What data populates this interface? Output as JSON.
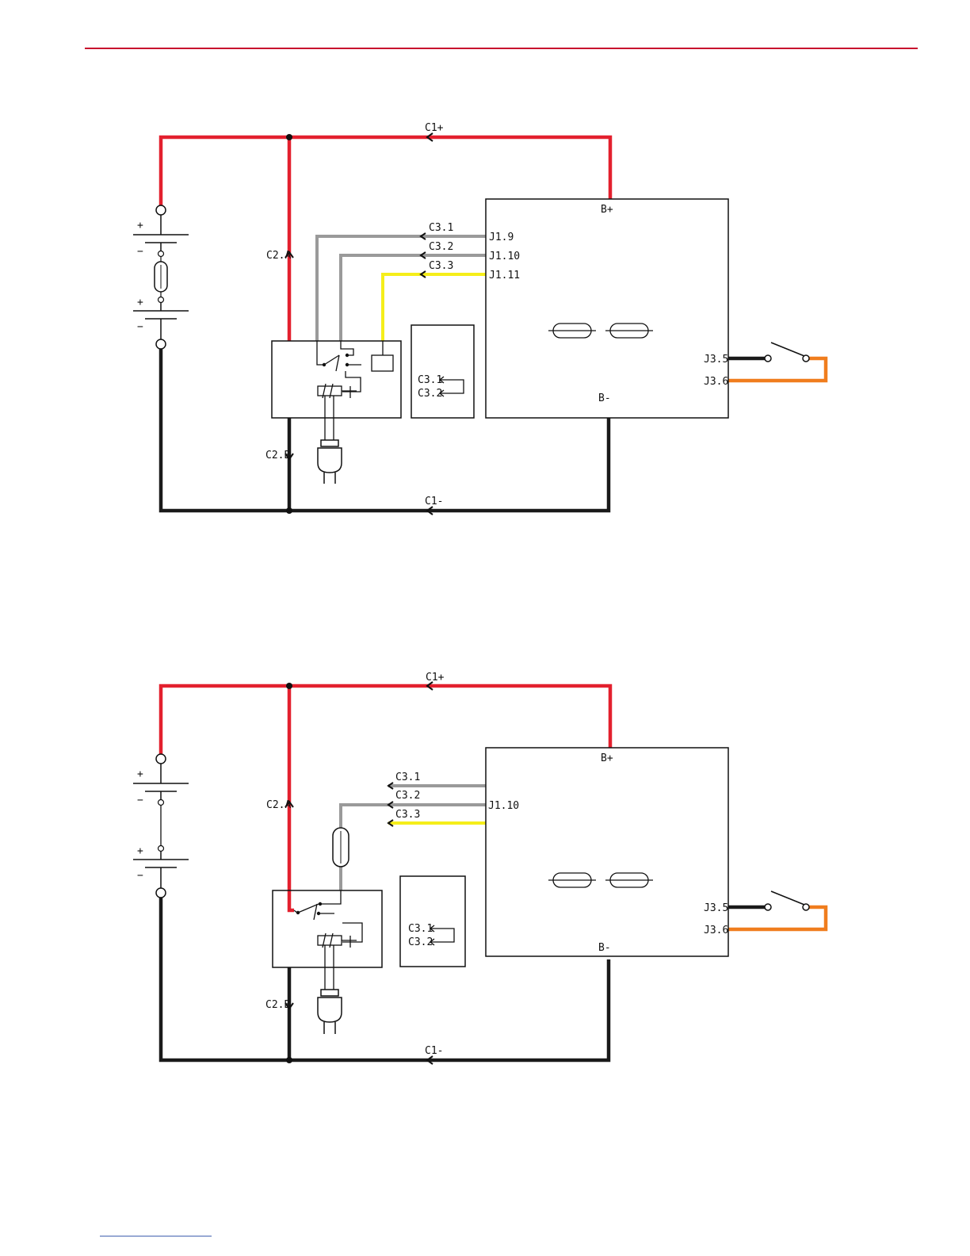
{
  "colors": {
    "header_rule": "#c8102e",
    "positive_wire": "#e3202e",
    "negative_wire": "#1a1a1a",
    "signal_wire": "#9a9a9a",
    "yellow_wire": "#f5ee1a",
    "orange_wire": "#f07d1e",
    "footer_link": "#3355aa"
  },
  "diagram_top": {
    "label_c1_plus": "C1+",
    "label_c1_minus": "C1-",
    "label_c2a": "C2.A",
    "label_c2b": "C2.B",
    "label_c3_1": "C3.1",
    "label_c3_2": "C3.2",
    "label_c3_3": "C3.3",
    "pin_j1_9": "J1.9",
    "pin_j1_10": "J1.10",
    "pin_j1_11": "J1.11",
    "pin_j3_5": "J3.5",
    "pin_j3_6": "J3.6",
    "terminal_b_plus": "B+",
    "terminal_b_minus": "B-",
    "battery_plus_1": "+",
    "battery_minus_1": "−",
    "battery_plus_2": "+",
    "battery_minus_2": "−",
    "bridge_c3_1": "C3.1",
    "bridge_c3_2": "C3.2"
  },
  "diagram_bottom": {
    "label_c1_plus": "C1+",
    "label_c1_minus": "C1-",
    "label_c2a": "C2.A",
    "label_c2b": "C2.B",
    "label_c3_1": "C3.1",
    "label_c3_2": "C3.2",
    "label_c3_3": "C3.3",
    "pin_j1_10": "J1.10",
    "pin_j3_5": "J3.5",
    "pin_j3_6": "J3.6",
    "terminal_b_plus": "B+",
    "terminal_b_minus": "B-",
    "battery_plus_1": "+",
    "battery_minus_1": "−",
    "battery_plus_2": "+",
    "battery_minus_2": "−",
    "bridge_c3_1": "C3.1",
    "bridge_c3_2": "C3.2"
  }
}
